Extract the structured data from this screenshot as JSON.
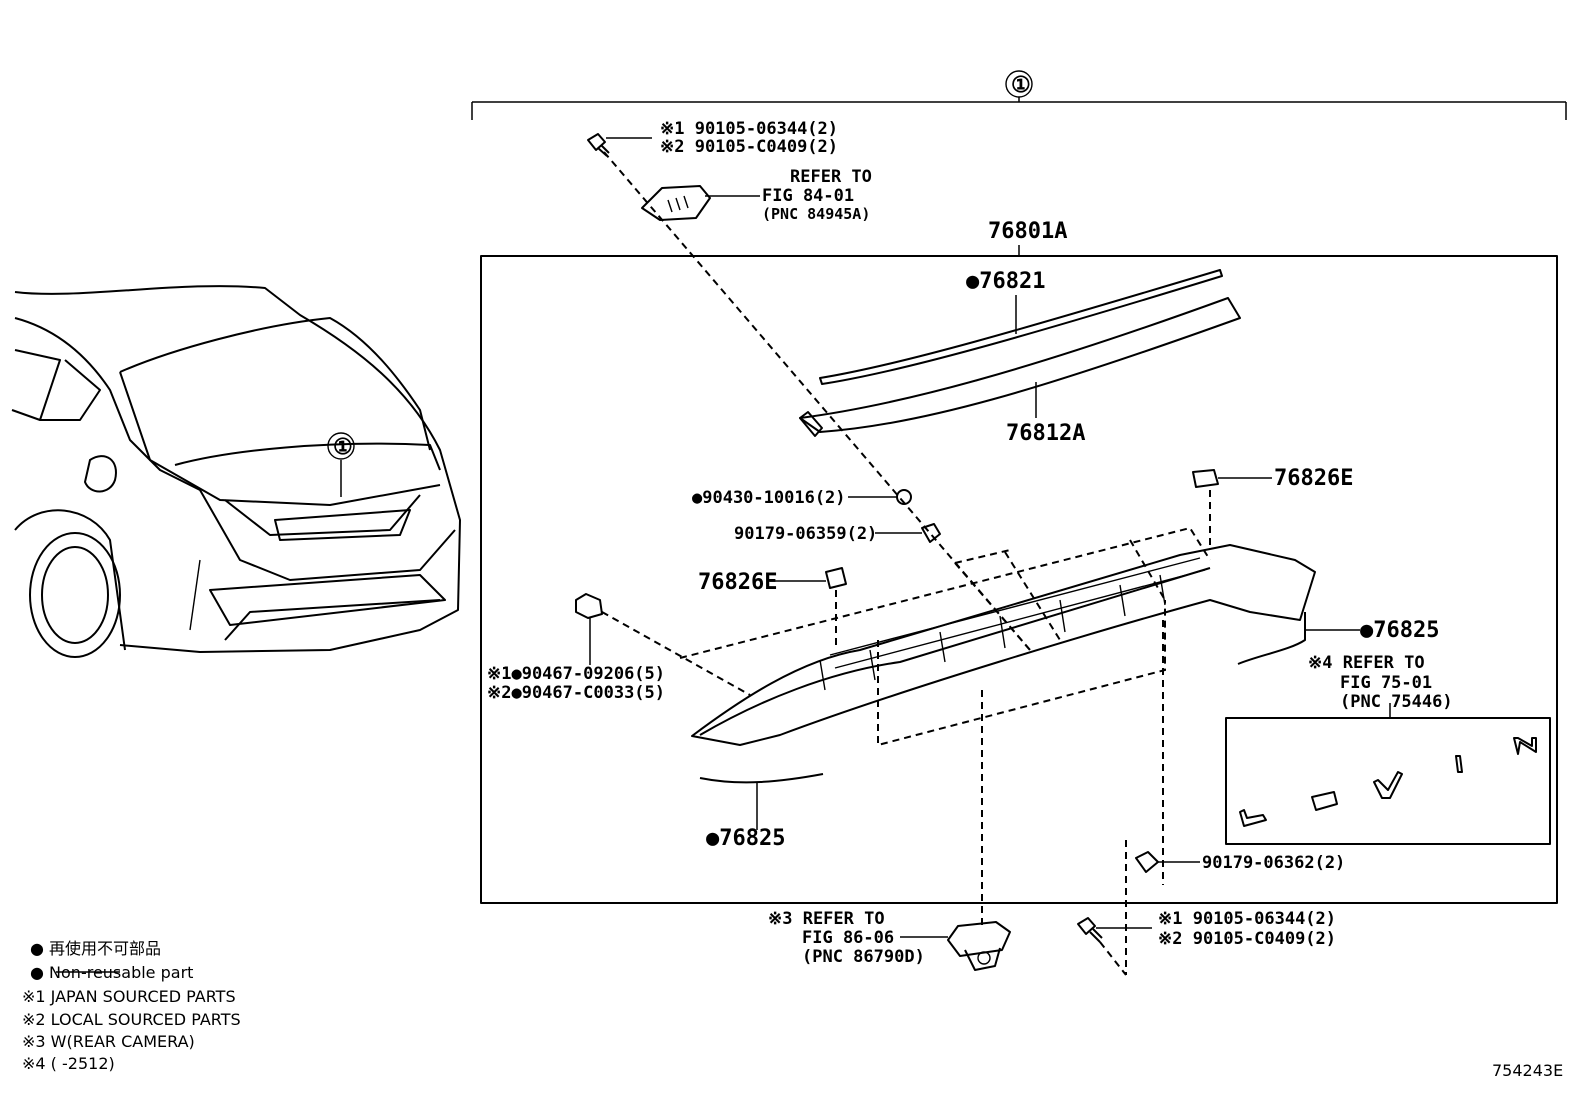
{
  "diagram_id": "754243E",
  "assembly_marker": "①",
  "callouts": {
    "screw_top_1": "※1 90105-06344(2)",
    "screw_top_2": "※2 90105-C0409(2)",
    "refer_84_line1": "REFER TO",
    "refer_84_line2": "FIG 84-01",
    "refer_84_line3": "(PNC 84945A)",
    "assy": "76801A",
    "p76821": "●76821",
    "p76812A": "76812A",
    "p76826E_right": "76826E",
    "p90430": "●90430-10016(2)",
    "p90179_06359": "90179-06359(2)",
    "p76826E_left": "76826E",
    "p90467_1": "※1●90467-09206(5)",
    "p90467_2": "※2●90467-C0033(5)",
    "p76825_right": "●76825",
    "refer_75_line1": "※4 REFER TO",
    "refer_75_line2": "FIG 75-01",
    "refer_75_line3": "(PNC 75446)",
    "p76825_bottom": "●76825",
    "p90179_06362": "90179-06362(2)",
    "refer_86_line1": "※3 REFER TO",
    "refer_86_line2": "FIG 86-06",
    "refer_86_line3": "(PNC 86790D)",
    "screw_bot_1": "※1 90105-06344(2)",
    "screw_bot_2": "※2 90105-C0409(2)"
  },
  "legend": [
    "● 再使用不可部品",
    "● Non-reusable part",
    "※1 JAPAN SOURCED PARTS",
    "※2 LOCAL SOURCED PARTS",
    "※3 W(REAR CAMERA)",
    "※4 (      -2512)"
  ]
}
